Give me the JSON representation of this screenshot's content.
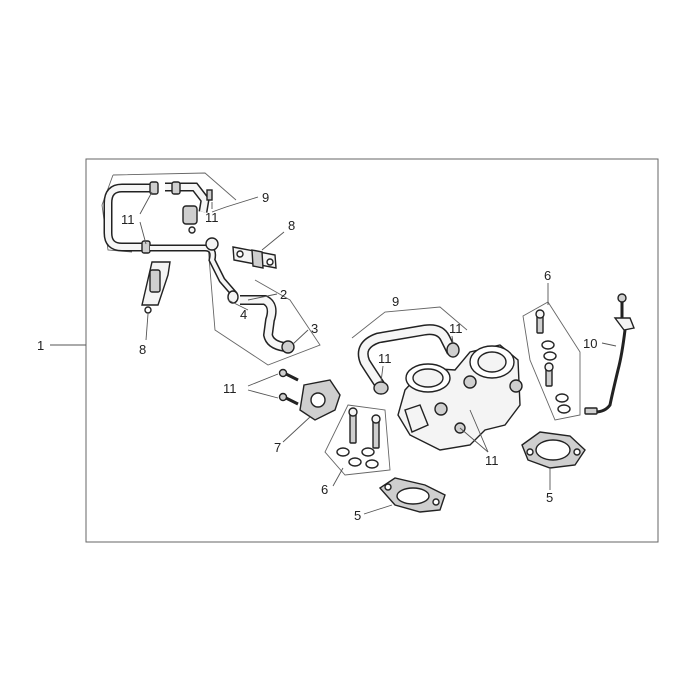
{
  "callouts": {
    "c1": "1",
    "c9a": "9",
    "c11a": "11",
    "c11b": "11",
    "c8a": "8",
    "c2": "2",
    "c4": "4",
    "c3": "3",
    "c8b": "8",
    "c9b": "9",
    "c11c": "11",
    "c11d": "11",
    "c6a": "6",
    "c10": "10",
    "c11e": "11",
    "c7": "7",
    "c6b": "6",
    "c11f": "11",
    "c5a": "5",
    "c5b": "5"
  }
}
